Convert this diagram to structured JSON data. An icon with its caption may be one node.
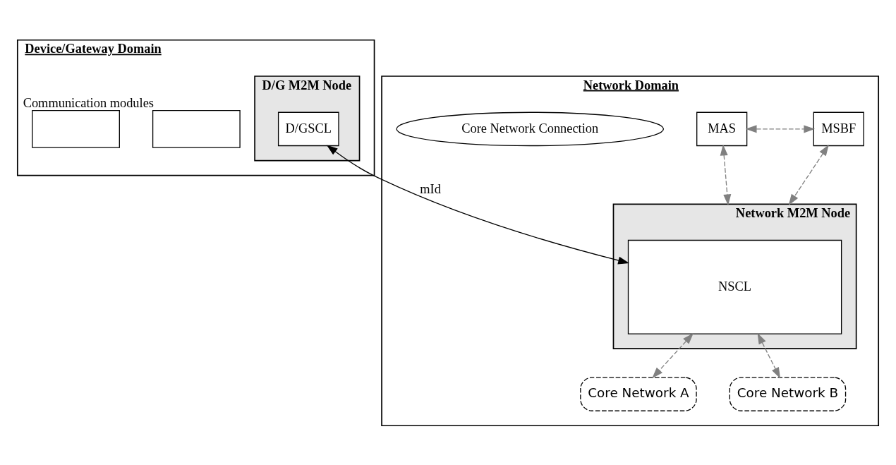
{
  "diagram": {
    "nodes": [
      {
        "text": [
          "Device/Gateway Domain"
        ]
      },
      {
        "text": [
          "D/G M2M Node"
        ],
        "in": 0
      },
      {
        "text": [
          "D/GSCL"
        ],
        "in": 1
      },
      {
        "text": [],
        "shape": "box",
        "in": 0,
        "beside": [
          "Communication modules"
        ]
      },
      {
        "text": [],
        "shape": "box",
        "in": 0
      },
      {
        "text": [
          "Network Domain"
        ]
      },
      {
        "text": [
          "MAS"
        ],
        "in": 5
      },
      {
        "text": [
          "MSBF"
        ],
        "in": 5
      },
      {
        "text": [
          "Network M2M Node"
        ],
        "in": 5
      },
      {
        "text": [
          "NSCL"
        ],
        "in": 8
      },
      {
        "text": [
          "Core Network Connection"
        ],
        "in": 5
      },
      {
        "text": [
          "Core Network A"
        ],
        "in": 5
      },
      {
        "text": [
          "Core Network B"
        ],
        "in": 5
      }
    ],
    "edges": [
      {
        "from": 2,
        "to": 9,
        "arrow": "both",
        "label": "mId",
        "color": "#000000"
      },
      {
        "from": 6,
        "to": 7,
        "arrow": "both",
        "style": "dashed"
      },
      {
        "from": 6,
        "to": 8,
        "arrow": "both",
        "style": "dashed"
      },
      {
        "from": 7,
        "to": 8,
        "arrow": "both",
        "style": "dashed"
      },
      {
        "from": 9,
        "to": 11,
        "arrow": "both",
        "style": "dashed"
      },
      {
        "from": 9,
        "to": 12,
        "arrow": "both",
        "style": "dashed"
      }
    ]
  }
}
